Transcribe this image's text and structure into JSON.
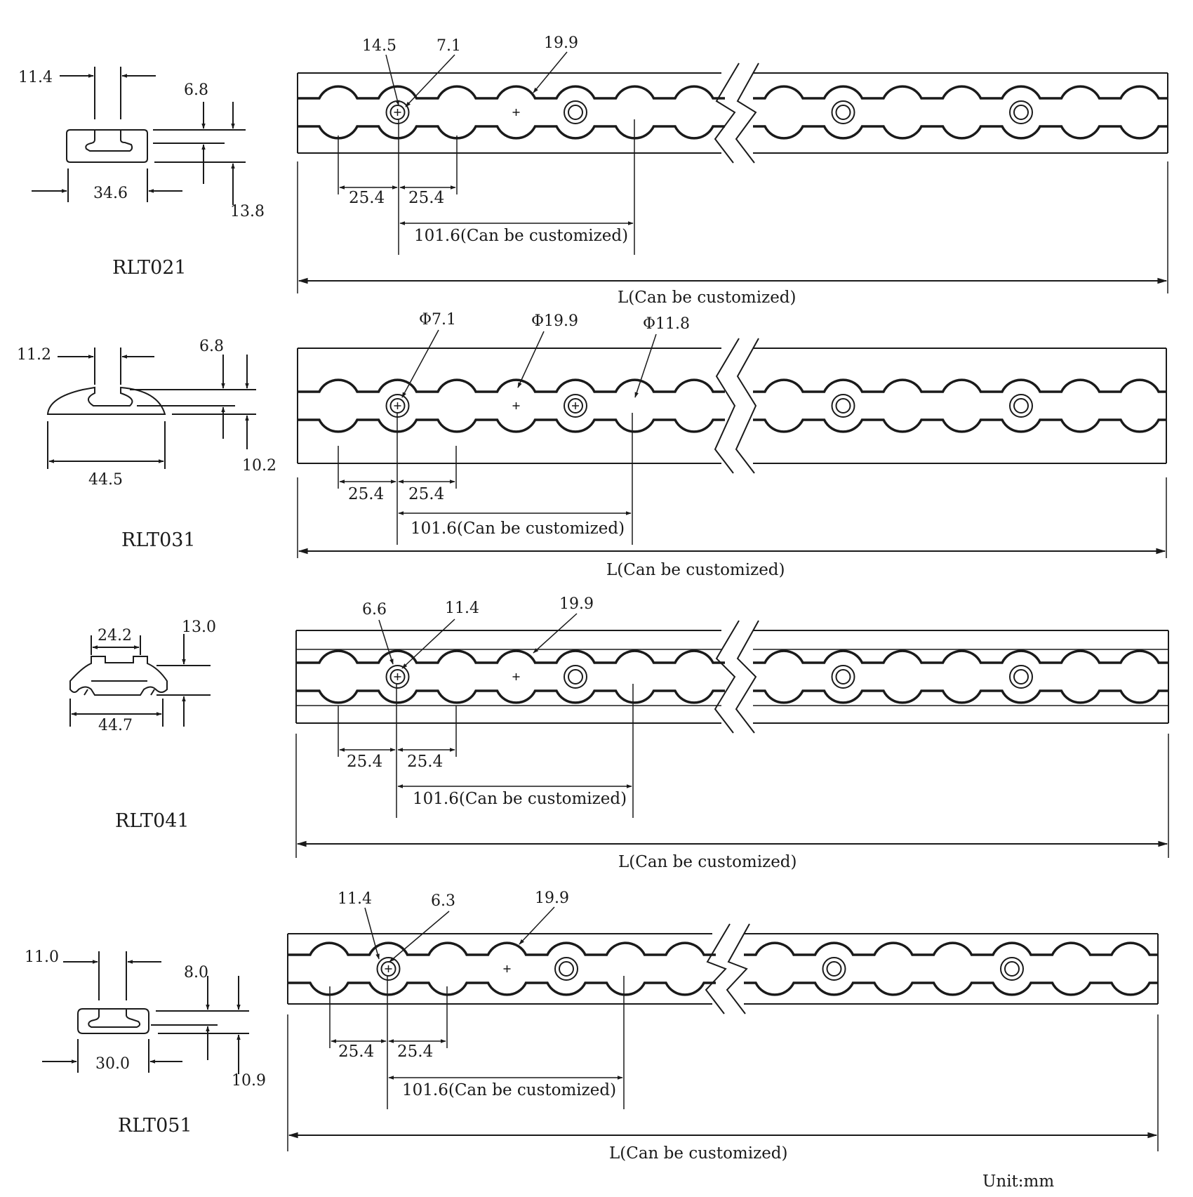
{
  "unit_label": "Unit:mm",
  "colors": {
    "line": "#1a1a1a",
    "paper": "#ffffff"
  },
  "rails": [
    {
      "model": "RLT021",
      "profile": {
        "slot_width": "11.4",
        "slot_depth": "6.8",
        "base_width": "34.6",
        "height": "13.8"
      },
      "hole_labels": {
        "a": "14.5",
        "b": "7.1",
        "c": "19.9"
      },
      "pitch_left": "25.4",
      "pitch_right": "25.4",
      "spacing": "101.6(Can be customized)",
      "length": "L(Can be customized)"
    },
    {
      "model": "RLT031",
      "profile": {
        "slot_width": "11.2",
        "slot_depth": "6.8",
        "base_width": "44.5",
        "height": "10.2"
      },
      "hole_labels": {
        "a": "Φ7.1",
        "b": "Φ19.9",
        "c": "Φ11.8"
      },
      "pitch_left": "25.4",
      "pitch_right": "25.4",
      "spacing": "101.6(Can be customized)",
      "length": "L(Can be customized)"
    },
    {
      "model": "RLT041",
      "profile": {
        "top_width": "24.2",
        "height": "13.0",
        "base_width": "44.7"
      },
      "hole_labels": {
        "a": "6.6",
        "b": "11.4",
        "c": "19.9"
      },
      "pitch_left": "25.4",
      "pitch_right": "25.4",
      "spacing": "101.6(Can be customized)",
      "length": "L(Can be customized)"
    },
    {
      "model": "RLT051",
      "profile": {
        "slot_width": "11.0",
        "slot_depth": "8.0",
        "base_width": "30.0",
        "height": "10.9"
      },
      "hole_labels": {
        "a": "11.4",
        "b": "6.3",
        "c": "19.9"
      },
      "pitch_left": "25.4",
      "pitch_right": "25.4",
      "spacing": "101.6(Can be customized)",
      "length": "L(Can be customized)"
    }
  ]
}
